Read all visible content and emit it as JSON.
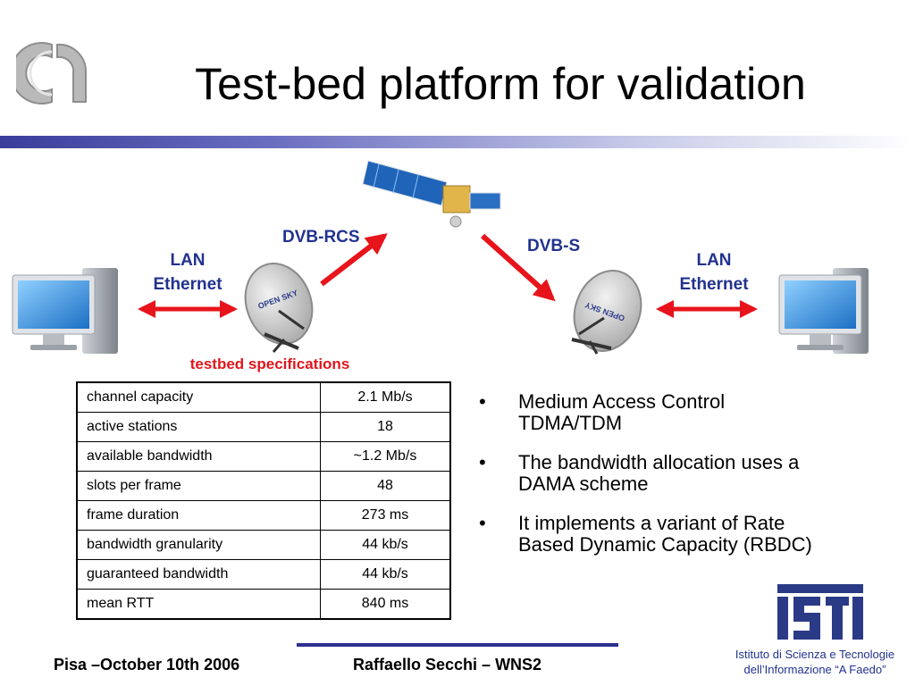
{
  "slide": {
    "title": "Test-bed platform for validation"
  },
  "diagram": {
    "link_uplink": "DVB-RCS",
    "link_downlink": "DVB-S",
    "left_lan": [
      "LAN",
      "Ethernet"
    ],
    "right_lan": [
      "LAN",
      "Ethernet"
    ],
    "dish_brand": "OPEN SKY",
    "colors": {
      "label": "#22328f",
      "arrow": "#e8141b"
    }
  },
  "specs": {
    "caption": "testbed specifications",
    "rows": [
      {
        "name": "channel capacity",
        "value": "2.1 Mb/s"
      },
      {
        "name": "active stations",
        "value": "18"
      },
      {
        "name": "available bandwidth",
        "value": "~1.2 Mb/s"
      },
      {
        "name": "slots per frame",
        "value": "48"
      },
      {
        "name": "frame duration",
        "value": "273 ms"
      },
      {
        "name": "bandwidth granularity",
        "value": "44 kb/s"
      },
      {
        "name": "guaranteed bandwidth",
        "value": "44 kb/s"
      },
      {
        "name": "mean RTT",
        "value": "840 ms"
      }
    ]
  },
  "bullets": {
    "marker": "•",
    "items": [
      [
        "Medium Access Control",
        "TDMA/TDM"
      ],
      [
        "The bandwidth allocation uses a",
        "DAMA scheme"
      ],
      [
        "It implements a variant of Rate",
        "Based Dynamic Capacity (RBDC)"
      ]
    ]
  },
  "branding": {
    "institute": [
      "Istituto di Scienza e Tecnologie",
      "dell’Informazione “A Faedo”"
    ]
  },
  "footer": {
    "left": "Pisa –October 10th 2006",
    "center": "Raffaello Secchi – WNS2"
  }
}
